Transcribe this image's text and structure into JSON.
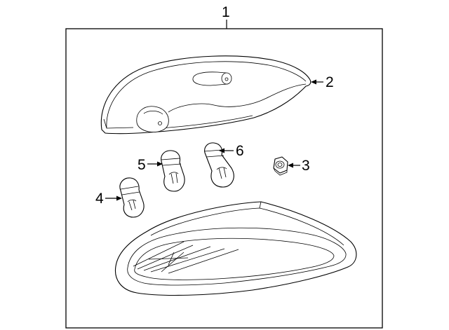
{
  "callouts": {
    "assembly": "1",
    "housing": "2",
    "nut": "3",
    "bulb_a": "4",
    "bulb_b": "5",
    "bulb_c": "6"
  }
}
